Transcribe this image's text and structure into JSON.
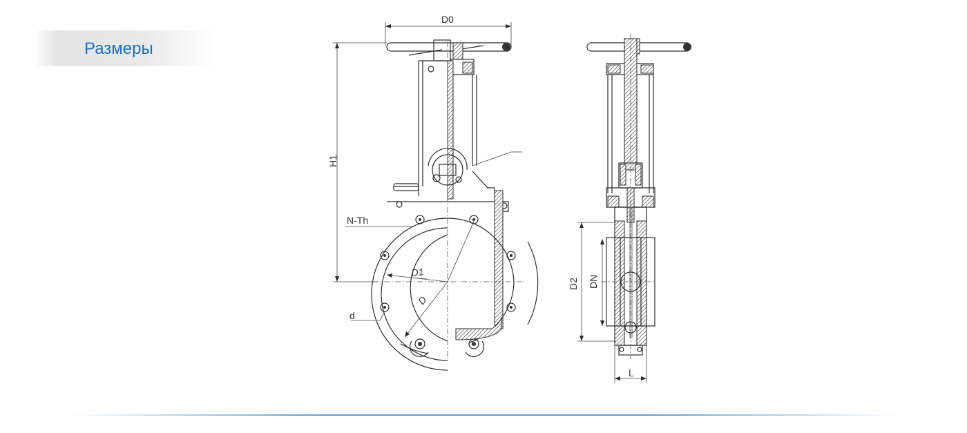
{
  "section": {
    "title": "Размеры"
  },
  "labels": {
    "d0": "D0",
    "h1": "H1",
    "n_th": "N-Th",
    "d1": "D1",
    "d": "D",
    "d_small": "d",
    "d2": "D2",
    "dn": "DN",
    "l": "L"
  }
}
